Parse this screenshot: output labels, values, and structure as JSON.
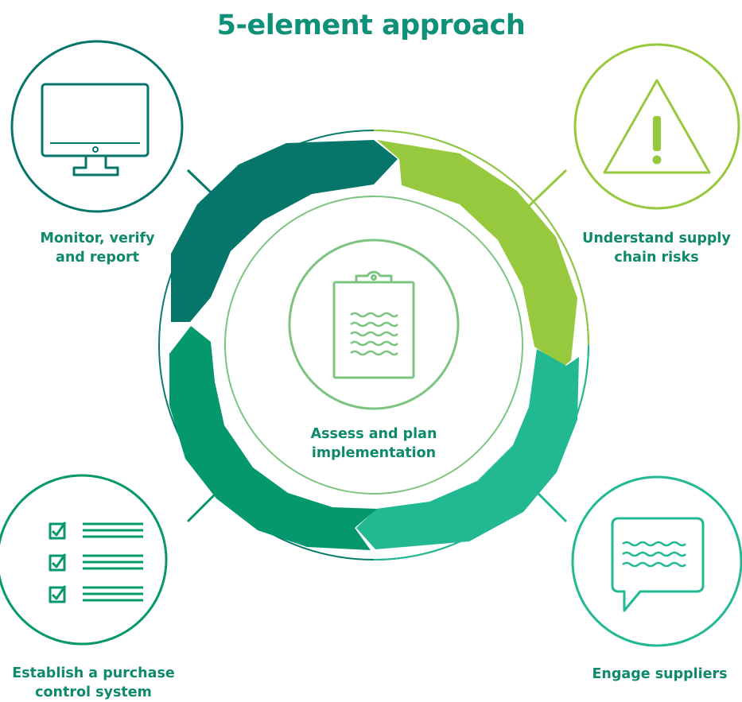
{
  "title": "5-element approach",
  "center": {
    "label_line1": "Assess and plan",
    "label_line2": "implementation",
    "icon": "clipboard-icon"
  },
  "elements": [
    {
      "label_line1": "Monitor, verify",
      "label_line2": "and report",
      "icon": "monitor-icon",
      "color": "#06766b"
    },
    {
      "label_line1": "Understand supply",
      "label_line2": "chain risks",
      "icon": "warning-icon",
      "color": "#96c93e"
    },
    {
      "label_line1": "Engage suppliers",
      "label_line2": "",
      "icon": "speech-bubble-icon",
      "color": "#21b892"
    },
    {
      "label_line1": "Establish a purchase",
      "label_line2": "control system",
      "icon": "checklist-icon",
      "color": "#06986d"
    }
  ],
  "colors": {
    "title": "#0e9178",
    "center": "#7cc47f"
  }
}
